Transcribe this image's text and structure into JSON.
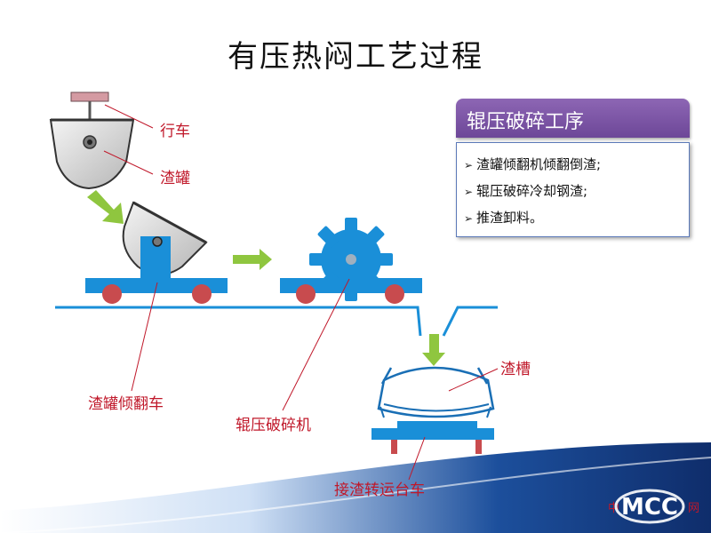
{
  "title": "有压热闷工艺过程",
  "labels": {
    "crane": "行车",
    "slag_pot": "渣罐",
    "tilting_car": "渣罐倾翻车",
    "crusher": "辊压破碎机",
    "trough": "渣槽",
    "transfer_car": "接渣转运台车"
  },
  "panel": {
    "heading": "辊压破碎工序",
    "items": [
      "渣罐倾翻机倾翻倒渣;",
      "辊压破碎冷却钢渣;",
      "推渣卸料。"
    ]
  },
  "logo": {
    "text": "MCC",
    "wm_left": "中",
    "wm_right": "网"
  },
  "colors": {
    "blue": "#1a8fd8",
    "green": "#8fc63f",
    "red_label": "#c0182a",
    "wheel": "#c84b4e",
    "purple": "#7a55a6"
  }
}
